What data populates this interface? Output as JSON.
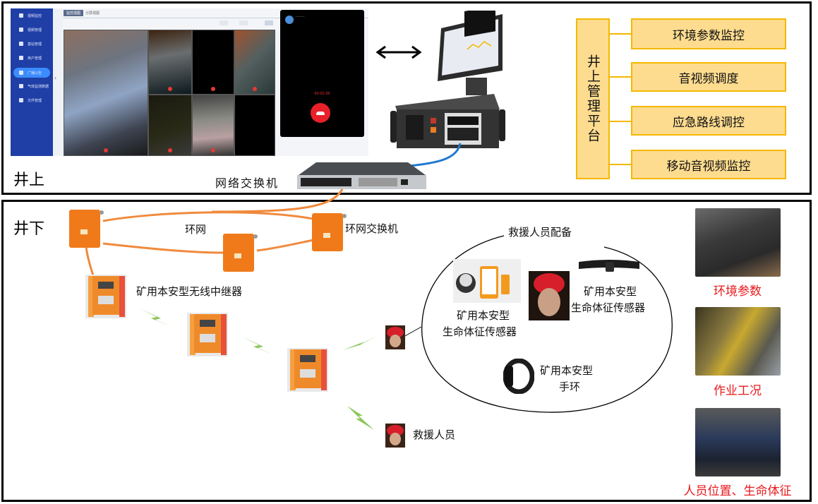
{
  "sections": {
    "surface_label": "井上",
    "underground_label": "井下"
  },
  "app_screenshot": {
    "sidebar_items": [
      {
        "icon": "camera-icon",
        "label": "视频监控"
      },
      {
        "icon": "grid-icon",
        "label": "视频管理"
      },
      {
        "icon": "location-icon",
        "label": "基站管理"
      },
      {
        "icon": "user-icon",
        "label": "用户管理"
      },
      {
        "icon": "megaphone-icon",
        "label": "广播公告",
        "active": true
      },
      {
        "icon": "document-icon",
        "label": "气体监测数据"
      },
      {
        "icon": "folder-icon",
        "label": "文件管理"
      }
    ],
    "tabs": [
      "监控视图",
      "分屏视图"
    ],
    "call": {
      "timer": "00:02:00"
    }
  },
  "double_arrow": "bidirectional-arrow-icon",
  "network_switch_label": "网络交换机",
  "platform": {
    "title": "井上管理平台",
    "functions": [
      "环境参数监控",
      "音视频调度",
      "应急路线调控",
      "移动音视频监控"
    ],
    "accent_color": "#f5b800",
    "fill_color": "#fddc8f"
  },
  "ring_network": {
    "label": "环网",
    "switch_label": "环网交换机",
    "line_color": "#f08a3c"
  },
  "repeater_label": "矿用本安型无线中继器",
  "rescue_equipment": {
    "title": "救援人员配备",
    "items": [
      {
        "line1": "矿用本安型",
        "line2": "生命体征传感器"
      },
      {
        "line1": "矿用本安型",
        "line2": "生命体征传感器"
      },
      {
        "line1": "矿用本安型",
        "line2": "手环"
      }
    ]
  },
  "rescuer_label": "救援人员",
  "monitoring": {
    "items": [
      "环境参数",
      "作业工况",
      "人员位置、生命体征"
    ],
    "label_color": "#e8191c"
  }
}
